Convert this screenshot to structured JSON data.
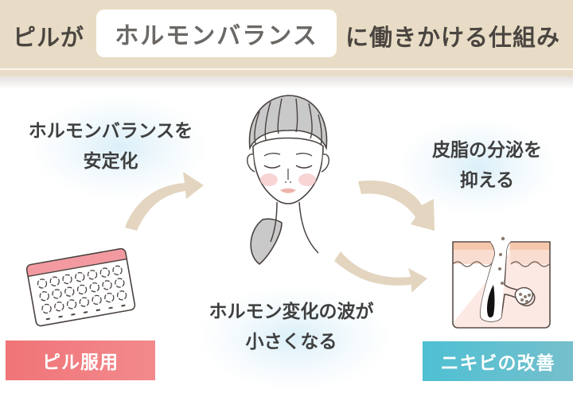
{
  "header": {
    "title_prefix": "ピルが",
    "title_keyword": "ホルモンバランス",
    "title_suffix": "に働きかける仕組み",
    "background_color": "#e8dcc6"
  },
  "diagram": {
    "left_caption": {
      "line1": "ホルモンバランスを",
      "line2": "安定化"
    },
    "right_caption": {
      "line1": "皮脂の分泌を",
      "line2": "抑える"
    },
    "bottom_caption": {
      "line1": "ホルモン変化の波が",
      "line2": "小さくなる"
    },
    "illustrations": {
      "pill_pack": "pill-pack-icon",
      "woman_face": "woman-face-illustration",
      "skin_pore": "skin-pore-sebum-icon"
    },
    "arrows": [
      "arrow-pill-to-face",
      "arrow-face-to-skin-upper",
      "arrow-face-to-skin-lower"
    ],
    "arrow_color": "#e3d5bf"
  },
  "labels": {
    "pill": {
      "text": "ピル服用",
      "color": "#f07478"
    },
    "acne": {
      "text": "ニキビの改善",
      "color": "#4ec0d3"
    }
  }
}
